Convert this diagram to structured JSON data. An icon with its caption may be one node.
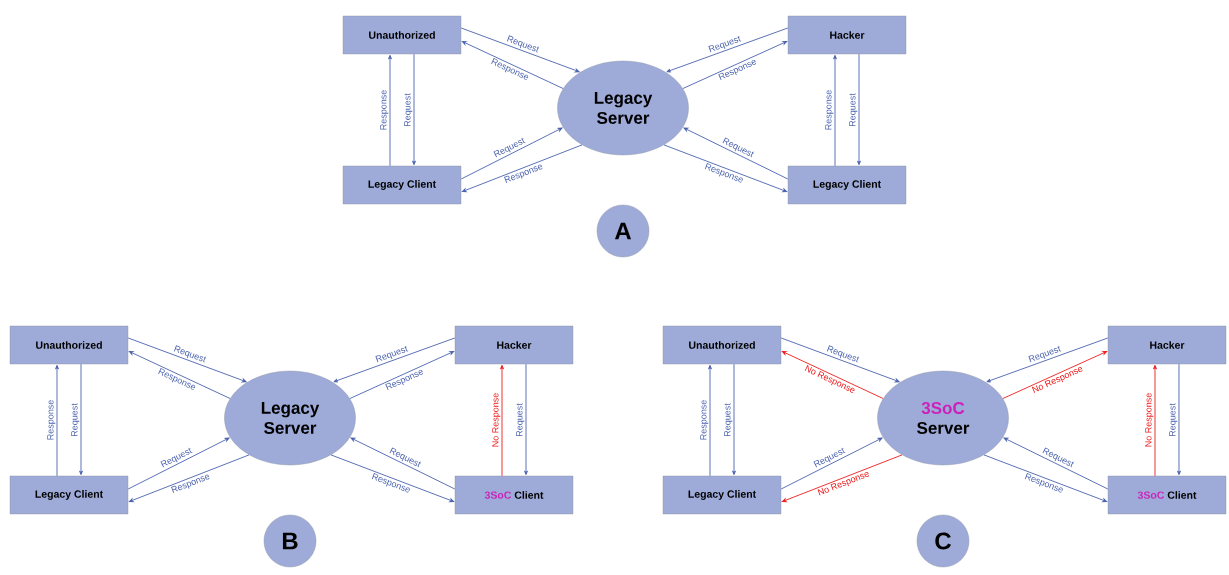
{
  "diagram": {
    "nodes": [
      {
        "text": [
          "Unauthorized"
        ]
      },
      {
        "text": [
          "Hacker"
        ]
      },
      {
        "text": [
          "Legacy Server"
        ]
      },
      {
        "text": [
          "Legacy Client"
        ]
      },
      {
        "text": [
          "Legacy Client"
        ]
      },
      {
        "text": [
          "A"
        ]
      },
      {
        "text": [
          "Unauthorized"
        ]
      },
      {
        "text": [
          "Hacker"
        ]
      },
      {
        "text": [
          "Legacy Server"
        ]
      },
      {
        "text": [
          "Legacy Client"
        ]
      },
      {
        "text": [
          "3SoC",
          "Client"
        ]
      },
      {
        "text": [
          "B"
        ]
      },
      {
        "text": [
          "Unauthorized"
        ]
      },
      {
        "text": [
          "Hacker"
        ]
      },
      {
        "text": [
          "3SoC",
          "Server"
        ]
      },
      {
        "text": [
          "Legacy Client"
        ]
      },
      {
        "text": [
          "3SoC",
          "Client"
        ]
      },
      {
        "text": [
          "C"
        ]
      }
    ],
    "edges": [
      {
        "from": 0,
        "to": 2,
        "arrow": "to",
        "label": "Request"
      },
      {
        "from": 2,
        "to": 0,
        "arrow": "to",
        "label": "Response"
      },
      {
        "from": 1,
        "to": 2,
        "arrow": "to",
        "label": "Request"
      },
      {
        "from": 2,
        "to": 1,
        "arrow": "to",
        "label": "Response"
      },
      {
        "from": 3,
        "to": 2,
        "arrow": "to",
        "label": "Request"
      },
      {
        "from": 2,
        "to": 3,
        "arrow": "to",
        "label": "Response"
      },
      {
        "from": 4,
        "to": 2,
        "arrow": "to",
        "label": "Request"
      },
      {
        "from": 2,
        "to": 4,
        "arrow": "to",
        "label": "Response"
      },
      {
        "from": 0,
        "to": 3,
        "arrow": "to",
        "label": "Request"
      },
      {
        "from": 3,
        "to": 0,
        "arrow": "to",
        "label": "Response"
      },
      {
        "from": 1,
        "to": 4,
        "arrow": "to",
        "label": "Request"
      },
      {
        "from": 4,
        "to": 1,
        "arrow": "to",
        "label": "Response"
      },
      {
        "from": 6,
        "to": 8,
        "arrow": "to",
        "label": "Request"
      },
      {
        "from": 8,
        "to": 6,
        "arrow": "to",
        "label": "Response"
      },
      {
        "from": 7,
        "to": 8,
        "arrow": "to",
        "label": "Request"
      },
      {
        "from": 8,
        "to": 7,
        "arrow": "to",
        "label": "Response"
      },
      {
        "from": 9,
        "to": 8,
        "arrow": "to",
        "label": "Request"
      },
      {
        "from": 8,
        "to": 9,
        "arrow": "to",
        "label": "Response"
      },
      {
        "from": 10,
        "to": 8,
        "arrow": "to",
        "label": "Request"
      },
      {
        "from": 8,
        "to": 10,
        "arrow": "to",
        "label": "Response"
      },
      {
        "from": 6,
        "to": 9,
        "arrow": "to",
        "label": "Request"
      },
      {
        "from": 9,
        "to": 6,
        "arrow": "to",
        "label": "Response"
      },
      {
        "from": 7,
        "to": 10,
        "arrow": "to",
        "label": "Request"
      },
      {
        "from": 10,
        "to": 7,
        "arrow": "to",
        "label": "No Response",
        "color": "#ee1c1c"
      },
      {
        "from": 12,
        "to": 14,
        "arrow": "to",
        "label": "Request"
      },
      {
        "from": 14,
        "to": 12,
        "arrow": "to",
        "label": "No Response",
        "color": "#ee1c1c"
      },
      {
        "from": 13,
        "to": 14,
        "arrow": "to",
        "label": "Request"
      },
      {
        "from": 14,
        "to": 13,
        "arrow": "to",
        "label": "No Response",
        "color": "#ee1c1c"
      },
      {
        "from": 15,
        "to": 14,
        "arrow": "to",
        "label": "Request"
      },
      {
        "from": 14,
        "to": 15,
        "arrow": "to",
        "label": "No Response",
        "color": "#ee1c1c"
      },
      {
        "from": 16,
        "to": 14,
        "arrow": "to",
        "label": "Request"
      },
      {
        "from": 14,
        "to": 16,
        "arrow": "to",
        "label": "Response"
      },
      {
        "from": 12,
        "to": 15,
        "arrow": "to",
        "label": "Request"
      },
      {
        "from": 15,
        "to": 12,
        "arrow": "to",
        "label": "Response"
      },
      {
        "from": 13,
        "to": 16,
        "arrow": "to",
        "label": "Request"
      },
      {
        "from": 16,
        "to": 13,
        "arrow": "to",
        "label": "No Response",
        "color": "#ee1c1c"
      }
    ]
  }
}
